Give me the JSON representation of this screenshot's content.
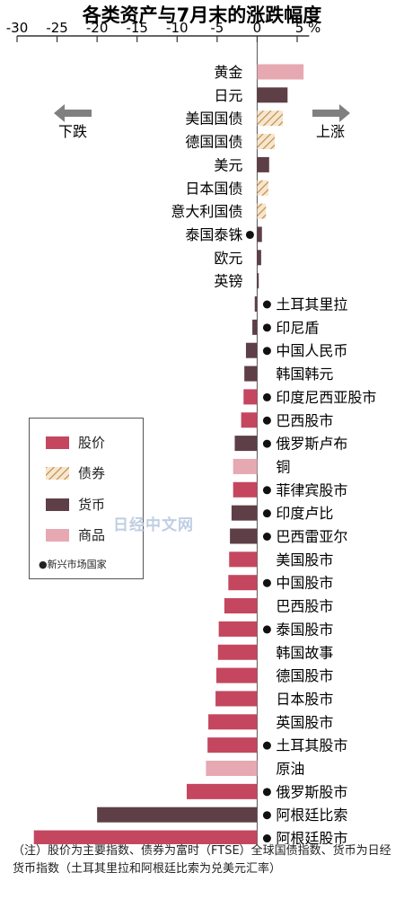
{
  "chart_data": {
    "type": "bar",
    "orientation": "horizontal",
    "title": "各类资产与7月末的涨跌幅度",
    "xlim": [
      -30,
      7
    ],
    "x_ticks": [
      -30,
      -25,
      -20,
      -15,
      -10,
      -5,
      0,
      5
    ],
    "x_tick_labels": [
      "-30",
      "-25",
      "-20",
      "-15",
      "-10",
      "-5",
      "0",
      "5 %"
    ],
    "categories": [
      {
        "label": "黄金",
        "value": 5.8,
        "type": "commodity",
        "emerging": false
      },
      {
        "label": "日元",
        "value": 3.8,
        "type": "currency",
        "emerging": false
      },
      {
        "label": "美国国债",
        "value": 3.2,
        "type": "bond",
        "emerging": false
      },
      {
        "label": "德国国债",
        "value": 2.2,
        "type": "bond",
        "emerging": false
      },
      {
        "label": "美元",
        "value": 1.5,
        "type": "currency",
        "emerging": false
      },
      {
        "label": "日本国债",
        "value": 1.4,
        "type": "bond",
        "emerging": false
      },
      {
        "label": "意大利国债",
        "value": 1.1,
        "type": "bond",
        "emerging": false
      },
      {
        "label": "泰国泰铢",
        "value": 0.6,
        "type": "currency",
        "emerging": true
      },
      {
        "label": "欧元",
        "value": 0.5,
        "type": "currency",
        "emerging": false
      },
      {
        "label": "英镑",
        "value": 0.2,
        "type": "currency",
        "emerging": false
      },
      {
        "label": "土耳其里拉",
        "value": -0.3,
        "type": "currency",
        "emerging": true
      },
      {
        "label": "印尼盾",
        "value": -0.6,
        "type": "currency",
        "emerging": true
      },
      {
        "label": "中国人民币",
        "value": -1.4,
        "type": "currency",
        "emerging": true
      },
      {
        "label": "韩国韩元",
        "value": -1.6,
        "type": "currency",
        "emerging": false
      },
      {
        "label": "印度尼西亚股市",
        "value": -1.7,
        "type": "stock",
        "emerging": true
      },
      {
        "label": "巴西股市",
        "value": -2.0,
        "type": "stock",
        "emerging": true
      },
      {
        "label": "俄罗斯卢布",
        "value": -2.8,
        "type": "currency",
        "emerging": true
      },
      {
        "label": "铜",
        "value": -3.0,
        "type": "commodity",
        "emerging": false
      },
      {
        "label": "菲律宾股市",
        "value": -3.0,
        "type": "stock",
        "emerging": true
      },
      {
        "label": "印度卢比",
        "value": -3.2,
        "type": "currency",
        "emerging": true
      },
      {
        "label": "巴西雷亚尔",
        "value": -3.4,
        "type": "currency",
        "emerging": true
      },
      {
        "label": "美国股市",
        "value": -3.5,
        "type": "stock",
        "emerging": false
      },
      {
        "label": "中国股市",
        "value": -3.6,
        "type": "stock",
        "emerging": true
      },
      {
        "label": "巴西股市",
        "value": -4.1,
        "type": "stock",
        "emerging": false
      },
      {
        "label": "泰国股市",
        "value": -4.8,
        "type": "stock",
        "emerging": true
      },
      {
        "label": "韩国故事",
        "value": -4.9,
        "type": "stock",
        "emerging": false
      },
      {
        "label": "德国股市",
        "value": -5.1,
        "type": "stock",
        "emerging": false
      },
      {
        "label": "日本股市",
        "value": -5.2,
        "type": "stock",
        "emerging": false
      },
      {
        "label": "英国股市",
        "value": -6.1,
        "type": "stock",
        "emerging": false
      },
      {
        "label": "土耳其股市",
        "value": -6.2,
        "type": "stock",
        "emerging": true
      },
      {
        "label": "原油",
        "value": -6.4,
        "type": "commodity",
        "emerging": false
      },
      {
        "label": "俄罗斯股市",
        "value": -8.8,
        "type": "stock",
        "emerging": true
      },
      {
        "label": "阿根廷比索",
        "value": -20.0,
        "type": "currency",
        "emerging": true
      },
      {
        "label": "阿根廷股市",
        "value": -27.9,
        "type": "stock",
        "emerging": true
      }
    ],
    "arrows": {
      "down": "下跌",
      "up": "上涨"
    },
    "legend": [
      {
        "type": "stock",
        "label": "股价"
      },
      {
        "type": "bond",
        "label": "债券"
      },
      {
        "type": "currency",
        "label": "货币"
      },
      {
        "type": "commodity",
        "label": "商品"
      }
    ],
    "legend_note": "●新兴市场国家",
    "colors": {
      "stock": "#c4475f",
      "bond": "#d9b07c",
      "currency": "#5e3f47",
      "commodity": "#e6a9b2",
      "axis": "#333333",
      "arrow": "#808080"
    },
    "grid": false
  },
  "note": "（注）股价为主要指数、债券为富时（FTSE）全球国债指数、货币为日经货币指数（土耳其里拉和阿根廷比索为兑美元汇率）",
  "watermark": "日经中文网"
}
